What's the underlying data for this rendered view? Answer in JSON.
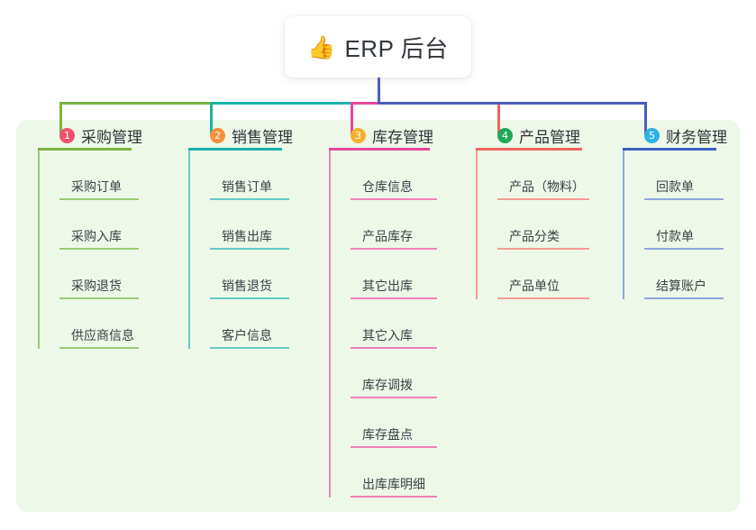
{
  "root": {
    "icon": "thumbs-up-icon",
    "emoji": "👍",
    "title": "ERP 后台"
  },
  "palette": {
    "page_background": "#ffffff",
    "panel_background": "#edf8e9",
    "card_background": "#ffffff",
    "root_stem": "#4d5dbb",
    "text_primary": "#2f3438",
    "text_leaf": "#3b4146"
  },
  "columns": [
    {
      "number": "1",
      "label": "采购管理",
      "badge_color": "#f0506e",
      "rule_color": "#7cb342",
      "leaf_color": "#9dc978",
      "connector_color": "#7cb342",
      "items": [
        {
          "label": "采购订单"
        },
        {
          "label": "采购入库"
        },
        {
          "label": "采购退货"
        },
        {
          "label": "供应商信息"
        }
      ]
    },
    {
      "number": "2",
      "label": "销售管理",
      "badge_color": "#f5903c",
      "rule_color": "#17b3ab",
      "leaf_color": "#62cbc6",
      "connector_color": "#17b3ab",
      "items": [
        {
          "label": "销售订单"
        },
        {
          "label": "销售出库"
        },
        {
          "label": "销售退货"
        },
        {
          "label": "客户信息"
        }
      ]
    },
    {
      "number": "3",
      "label": "库存管理",
      "badge_color": "#f6b12c",
      "rule_color": "#e8469b",
      "leaf_color": "#ee82b8",
      "connector_color": "#e8469b",
      "items": [
        {
          "label": "仓库信息"
        },
        {
          "label": "产品库存"
        },
        {
          "label": "其它出库"
        },
        {
          "label": "其它入库"
        },
        {
          "label": "库存调拨"
        },
        {
          "label": "库存盘点"
        },
        {
          "label": "出库库明细"
        }
      ]
    },
    {
      "number": "4",
      "label": "产品管理",
      "badge_color": "#20a956",
      "rule_color": "#f2635f",
      "leaf_color": "#f69b96",
      "connector_color": "#f2635f",
      "items": [
        {
          "label": "产品（物料）"
        },
        {
          "label": "产品分类"
        },
        {
          "label": "产品单位"
        }
      ]
    },
    {
      "number": "5",
      "label": "财务管理",
      "badge_color": "#2bb3e3",
      "rule_color": "#3f5fc0",
      "leaf_color": "#8fa7dd",
      "connector_color": "#4d5dbb",
      "items": [
        {
          "label": "回款单"
        },
        {
          "label": "付款单"
        },
        {
          "label": "结算账户"
        }
      ]
    }
  ]
}
